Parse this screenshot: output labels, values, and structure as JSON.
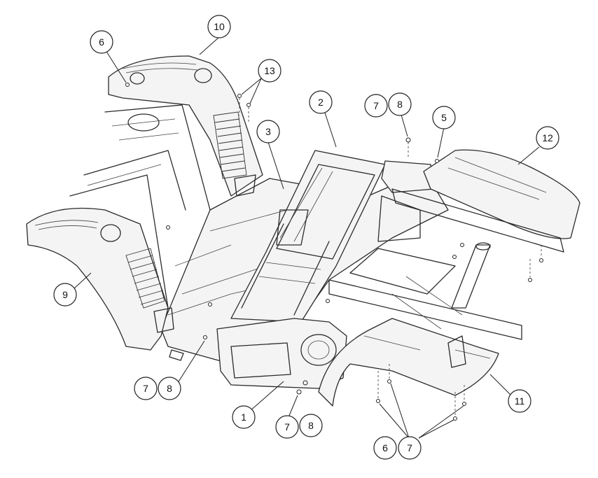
{
  "callouts": {
    "c1": "1",
    "c2": "2",
    "c3": "3",
    "c5": "5",
    "c6a": "6",
    "c6b": "6",
    "c7a": "7",
    "c7b": "7",
    "c7c": "7",
    "c7d": "7",
    "c8a": "8",
    "c8b": "8",
    "c8c": "8",
    "c9": "9",
    "c10": "10",
    "c11": "11",
    "c12": "12",
    "c13": "13"
  },
  "colors": {
    "line": "#2b2b2b",
    "panel_fill": "#f4f4f4",
    "background": "#ffffff"
  }
}
